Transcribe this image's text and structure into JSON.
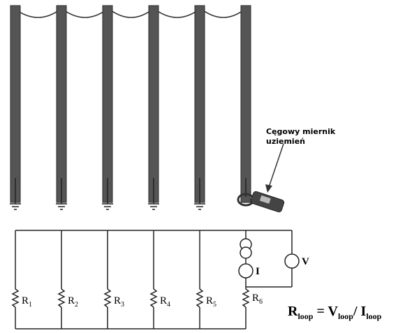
{
  "meter_label": [
    "Cęgowy miernik",
    "uziemień"
  ],
  "resistors": [
    {
      "name": "R",
      "sub": "1"
    },
    {
      "name": "R",
      "sub": "2"
    },
    {
      "name": "R",
      "sub": "3"
    },
    {
      "name": "R",
      "sub": "4"
    },
    {
      "name": "R",
      "sub": "5"
    },
    {
      "name": "R",
      "sub": "6"
    }
  ],
  "current_label": "I",
  "voltage_label": "V",
  "formula": {
    "lhs": "R",
    "lhs_sub": "loop",
    "eq": " = ",
    "v": "V",
    "v_sub": "loop",
    "slash": "/ ",
    "i": "I",
    "i_sub": "loop"
  },
  "colors": {
    "pole": "#555555",
    "pole_edge": "#2a2a2a",
    "wire": "#333333",
    "text": "#000000"
  }
}
